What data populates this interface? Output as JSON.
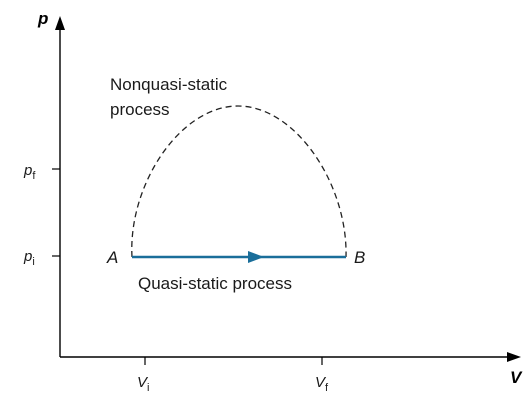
{
  "axes": {
    "y_label": "p",
    "x_label": "V"
  },
  "ticks": {
    "y": [
      {
        "symbol": "p",
        "subscript": "f"
      },
      {
        "symbol": "p",
        "subscript": "i"
      }
    ],
    "x": [
      {
        "symbol": "V",
        "subscript": "i"
      },
      {
        "symbol": "V",
        "subscript": "f"
      }
    ]
  },
  "points": {
    "start": "A",
    "end": "B"
  },
  "labels": {
    "nonquasi_line1": "Nonquasi-static",
    "nonquasi_line2": "process",
    "quasi": "Quasi-static process"
  },
  "colors": {
    "quasi_path": "#1a6e9a",
    "axes": "#000000",
    "nonquasi_path": "#222222"
  }
}
